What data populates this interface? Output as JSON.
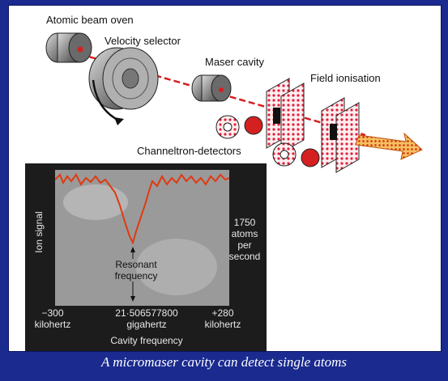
{
  "labels": {
    "oven": "Atomic beam oven",
    "selector": "Velocity selector",
    "maser": "Maser cavity",
    "ionisation": "Field ionisation",
    "detectors": "Channeltron-detectors"
  },
  "inset": {
    "ylabel": "Ion signal",
    "rate": "1750 atoms per second",
    "resonant": "Resonant frequency",
    "tick_left": "−300 kilohertz",
    "tick_center": "21·506577800 gigahertz",
    "tick_right": "+280 kilohertz",
    "xlabel": "Cavity frequency"
  },
  "caption": "A micromaser cavity can detect single atoms",
  "colors": {
    "background": "#1a2a8f",
    "beam": "#d42020",
    "arrow": "#f0a030",
    "trace": "#e03a10"
  }
}
